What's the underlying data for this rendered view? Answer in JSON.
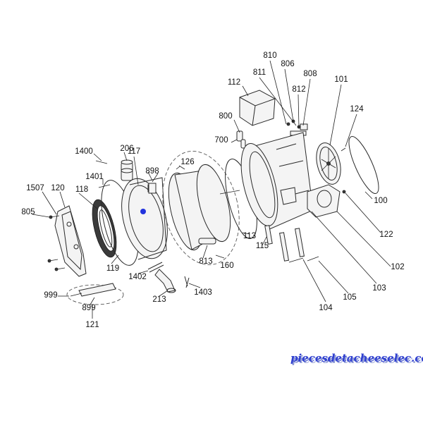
{
  "parts": [
    "810",
    "806",
    "811",
    "808",
    "812",
    "101",
    "112",
    "124",
    "800",
    "700",
    "1400",
    "206",
    "117",
    "126",
    "898",
    "1401",
    "1507",
    "120",
    "118",
    "805",
    "100",
    "113",
    "122",
    "115",
    "102",
    "119",
    "1402",
    "813",
    "160",
    "103",
    "213",
    "1403",
    "105",
    "999",
    "899",
    "104",
    "121"
  ],
  "watermark": "piecesdetacheeselec.com",
  "colors": {
    "line": "#222222",
    "watermark_fill": "#2f3fd0",
    "watermark_shadow": "#8f9bd6",
    "marker": "#2233dd"
  }
}
